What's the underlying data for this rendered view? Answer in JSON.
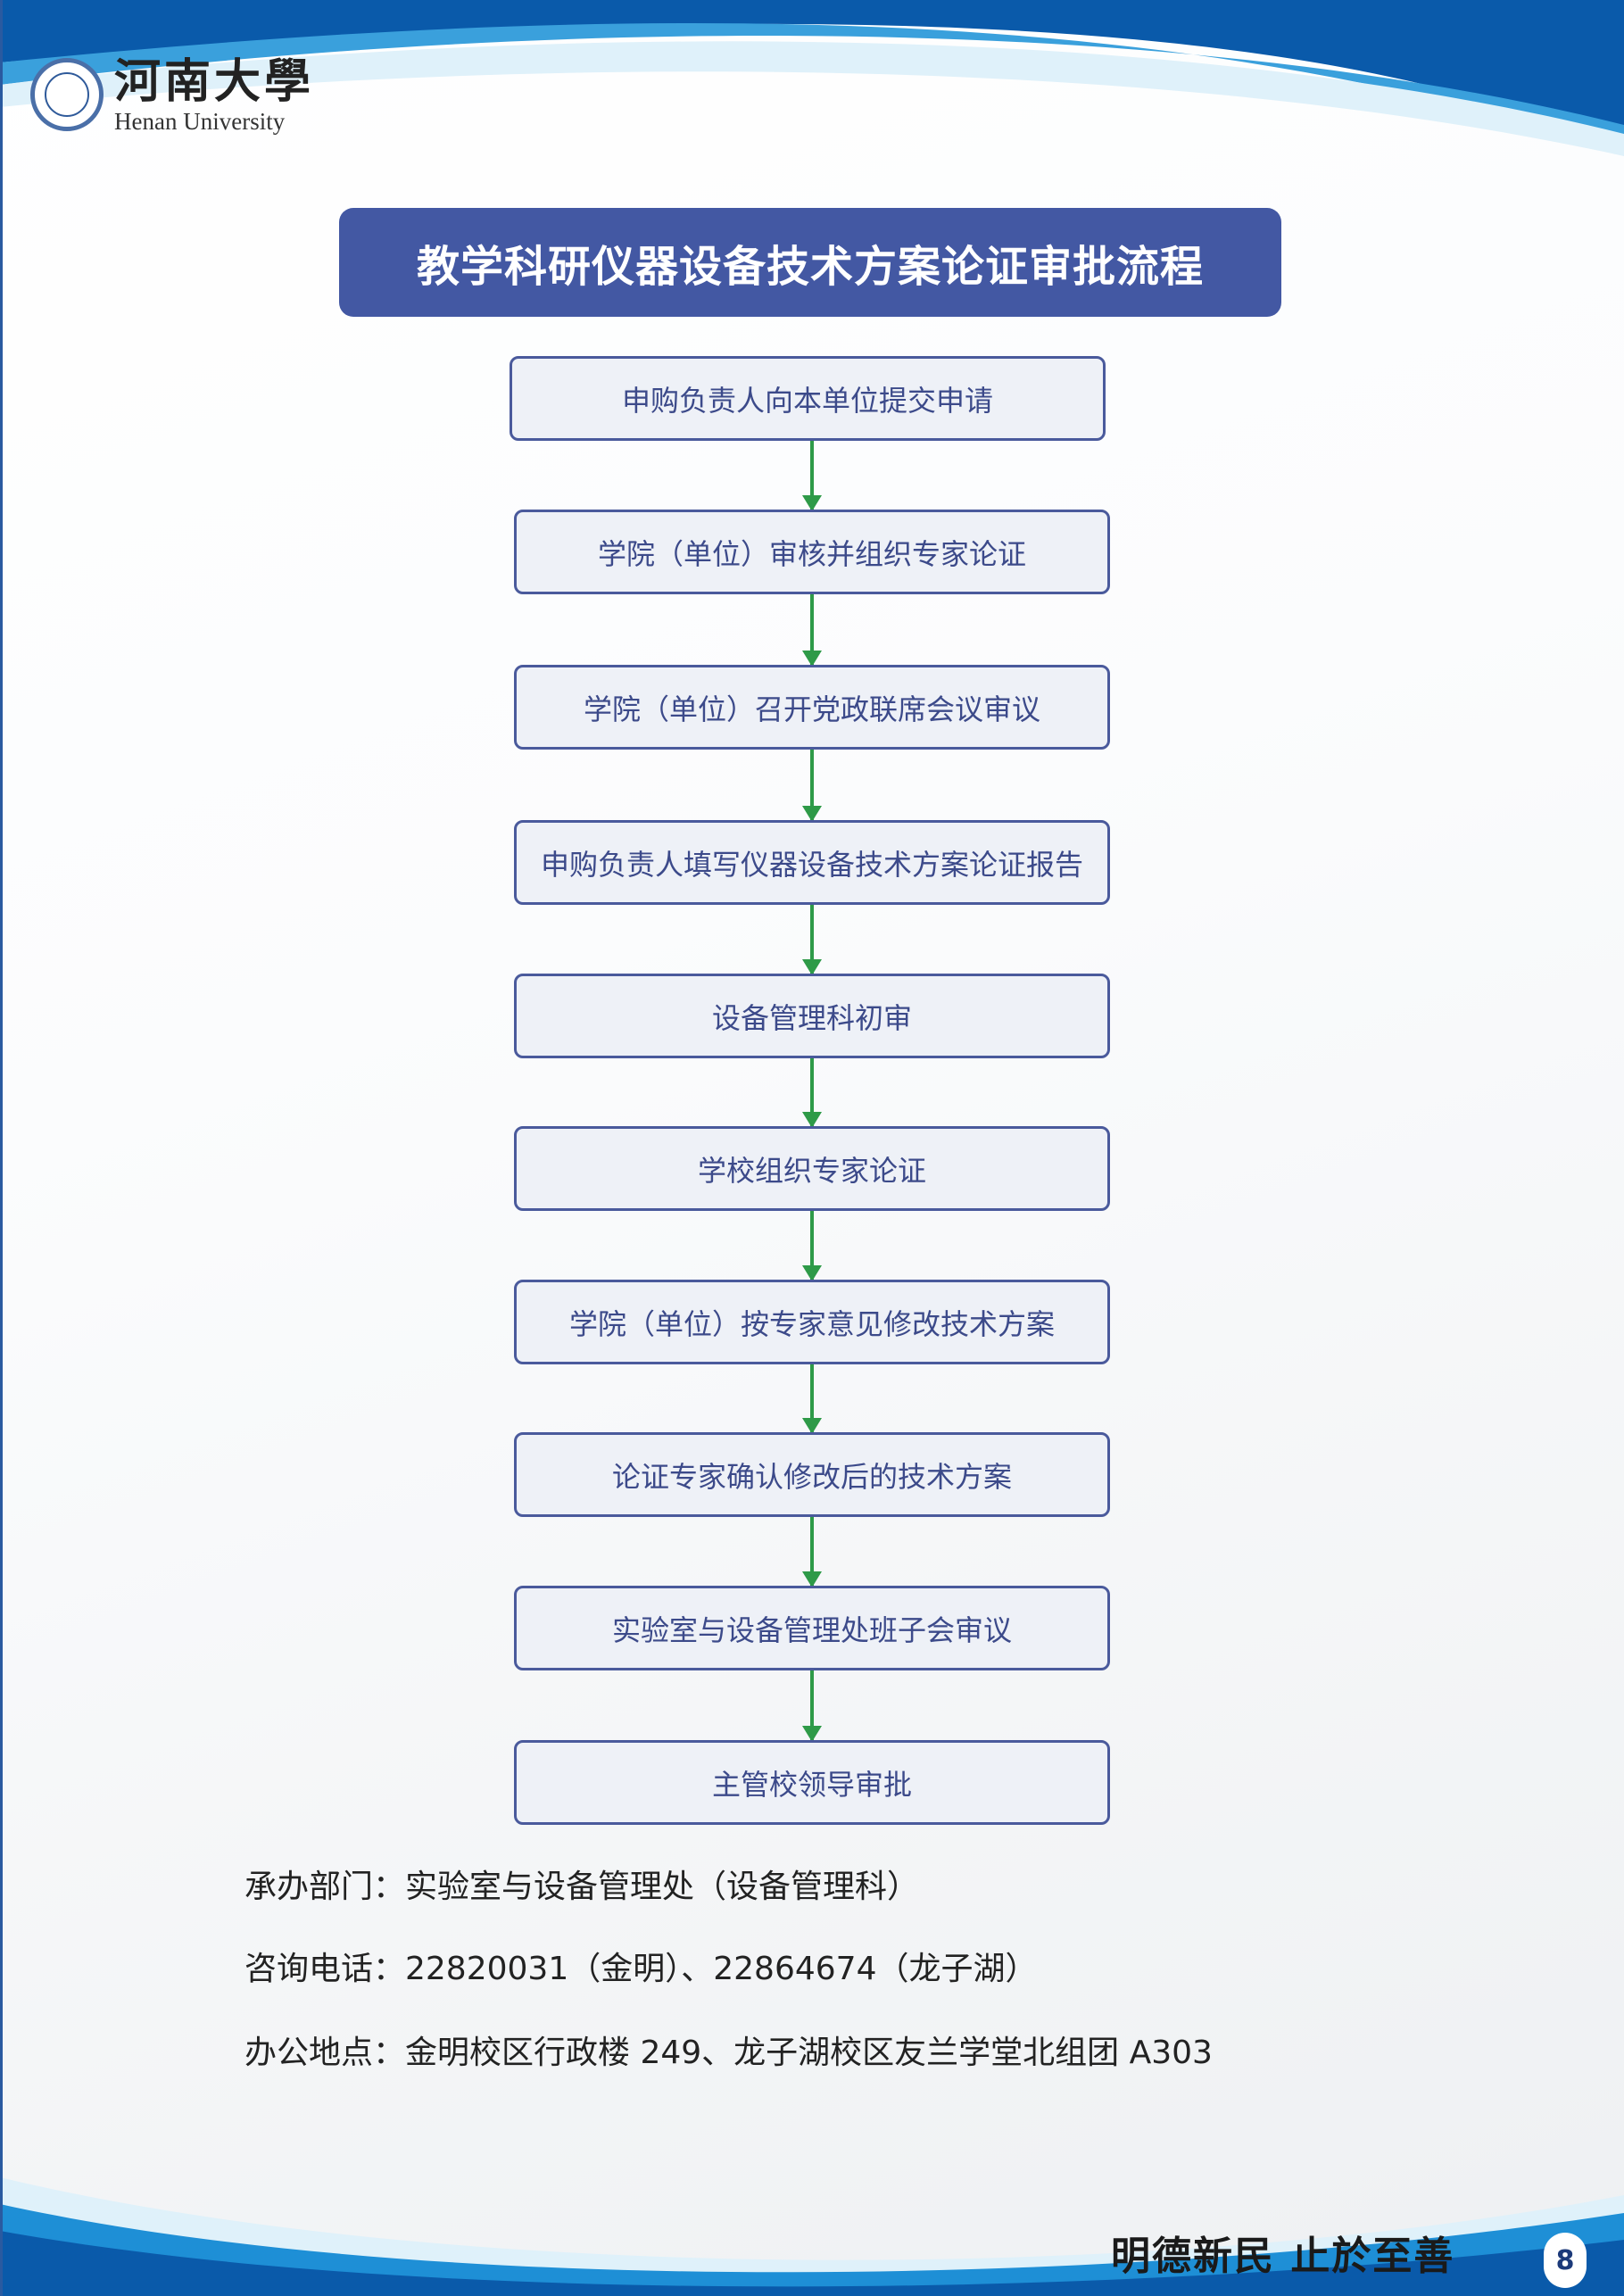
{
  "header": {
    "logo_cn": "河南大學",
    "logo_en": "Henan University"
  },
  "title": "教学科研仪器设备技术方案论证审批流程",
  "steps": [
    {
      "label": "申购负责人向本单位提交申请"
    },
    {
      "label": "学院（单位）审核并组织专家论证"
    },
    {
      "label": "学院（单位）召开党政联席会议审议"
    },
    {
      "label": "申购负责人填写仪器设备技术方案论证报告"
    },
    {
      "label": "设备管理科初审"
    },
    {
      "label": "学校组织专家论证"
    },
    {
      "label": "学院（单位）按专家意见修改技术方案"
    },
    {
      "label": "论证专家确认修改后的技术方案"
    },
    {
      "label": "实验室与设备管理处班子会审议"
    },
    {
      "label": "主管校领导审批"
    }
  ],
  "info": {
    "department": "承办部门：实验室与设备管理处（设备管理科）",
    "phone": "咨询电话：22820031（金明）、22864674（龙子湖）",
    "address": "办公地点：金明校区行政楼 249、龙子湖校区友兰学堂北组团 A303"
  },
  "footer": {
    "motto": "明德新民  止於至善",
    "page_number": "8"
  },
  "colors": {
    "title_bg": "#4358a3",
    "step_border": "#4a5a9c",
    "arrow": "#2e9a48",
    "wave_dark": "#0a5aaa",
    "wave_light": "#dff1fa"
  }
}
